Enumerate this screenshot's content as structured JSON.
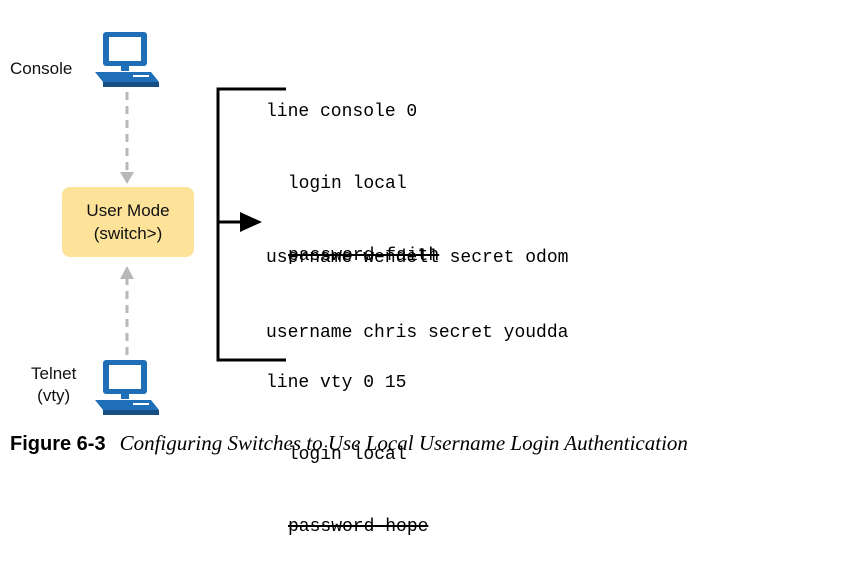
{
  "nodes": {
    "console_label": "Console",
    "telnet_label_line1": "Telnet",
    "telnet_label_line2": "(vty)",
    "user_mode_line1": "User Mode",
    "user_mode_line2": "(switch>)"
  },
  "icons": {
    "console_device": "computer-icon",
    "telnet_device": "computer-icon"
  },
  "config": {
    "console_block": {
      "line1": "line console 0",
      "line2": " login local",
      "line3_struck": "password faith"
    },
    "username_block": {
      "line1": "username wendell secret odom",
      "line2": "username chris secret youdda"
    },
    "vty_block": {
      "line1": "line vty 0 15",
      "line2": " login local",
      "line3_struck": "password hope"
    }
  },
  "caption": {
    "number": "Figure 6-3",
    "title": "Configuring Switches to Use Local Username Login Authentication"
  },
  "colors": {
    "user_mode_fill": "#fde29a",
    "pc_blue": "#1f6fb8",
    "dashed_arrow": "#b8b8b8"
  }
}
